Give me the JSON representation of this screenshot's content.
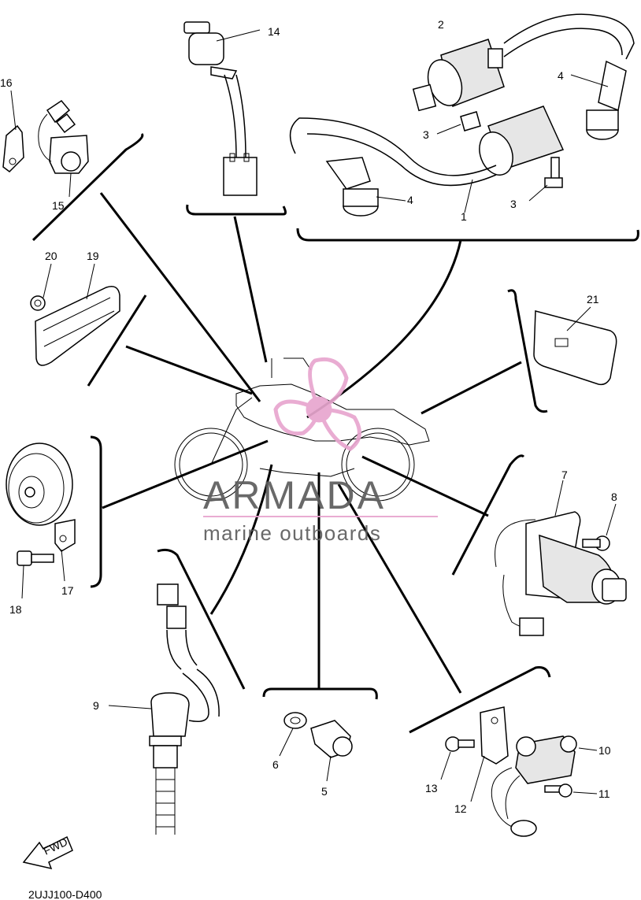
{
  "diagram": {
    "callouts": [
      "1",
      "2",
      "3",
      "3",
      "4",
      "4",
      "5",
      "6",
      "7",
      "8",
      "9",
      "10",
      "11",
      "12",
      "13",
      "14",
      "15",
      "16",
      "17",
      "18",
      "19",
      "20",
      "21"
    ],
    "fwd_label": "FWD",
    "drawing_code": "2UJJ100-D400"
  },
  "watermark": {
    "brand": "ARMADA",
    "tagline": "marine outboards",
    "logo_color": "#e8a6cf",
    "text_color": "#5d5d5d"
  }
}
